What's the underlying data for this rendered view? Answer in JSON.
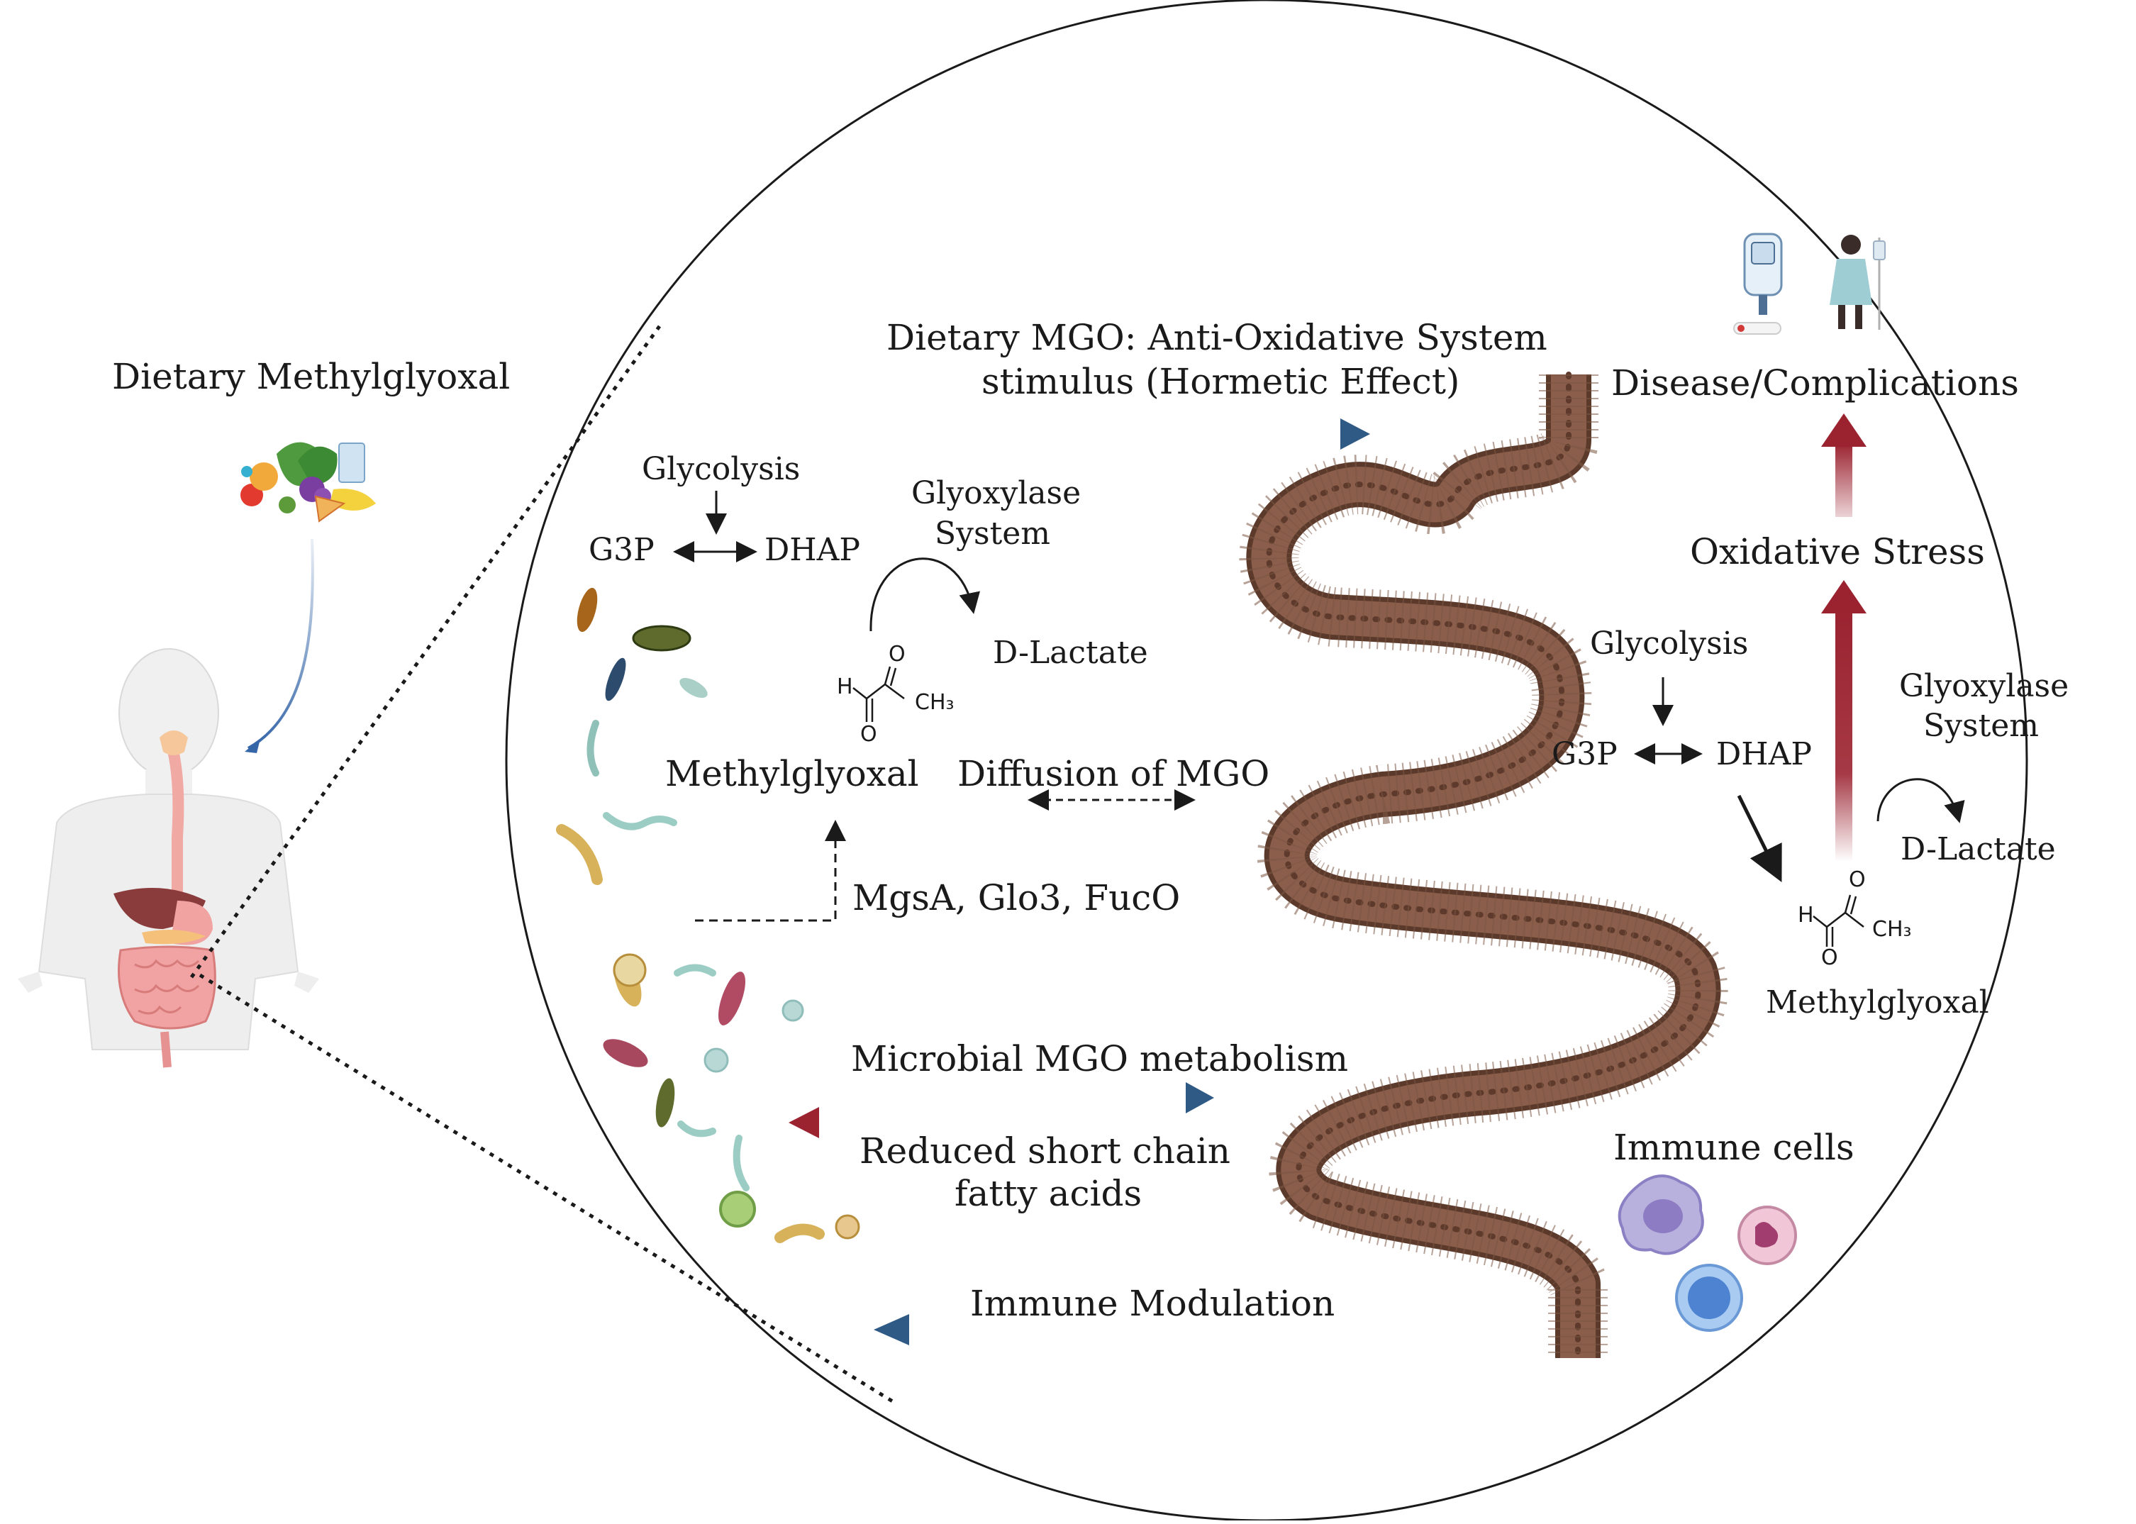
{
  "left_panel": {
    "title": "Dietary Methylglyoxal",
    "icons": [
      "food-basket-icon",
      "human-body-digestive-icon"
    ]
  },
  "top": {
    "line1": "Dietary MGO: Anti-Oxidative System",
    "line2": "stimulus (Hormetic Effect)"
  },
  "microbial_metabolism": {
    "glycolysis": "Glycolysis",
    "g3p": "G3P",
    "dhap": "DHAP",
    "glyoxylase_line1": "Glyoxylase",
    "glyoxylase_line2": "System",
    "d_lactate": "D-Lactate",
    "methylglyoxal": "Methylglyoxal",
    "enzymes": "MgsA, Glo3, FucO"
  },
  "diffusion": "Diffusion of MGO",
  "microbial_label": "Microbial MGO metabolism",
  "scfa_line1": "Reduced short chain",
  "scfa_line2": "fatty acids",
  "immune_modulation": "Immune Modulation",
  "host": {
    "disease": "Disease/Complications",
    "oxidative_stress": "Oxidative Stress",
    "glycolysis": "Glycolysis",
    "g3p": "G3P",
    "dhap": "DHAP",
    "glyoxylase_line1": "Glyoxylase",
    "glyoxylase_line2": "System",
    "d_lactate": "D-Lactate",
    "methylglyoxal": "Methylglyoxal",
    "immune_cells": "Immune cells"
  },
  "chem": {
    "h": "H",
    "o": "O",
    "ch3": "CH₃"
  },
  "colors": {
    "blue_arrow": "#2f5a85",
    "red_arrow": "#9b2330",
    "gut_wall": "#7b5544",
    "gut_cells": "#8a5f4c"
  }
}
